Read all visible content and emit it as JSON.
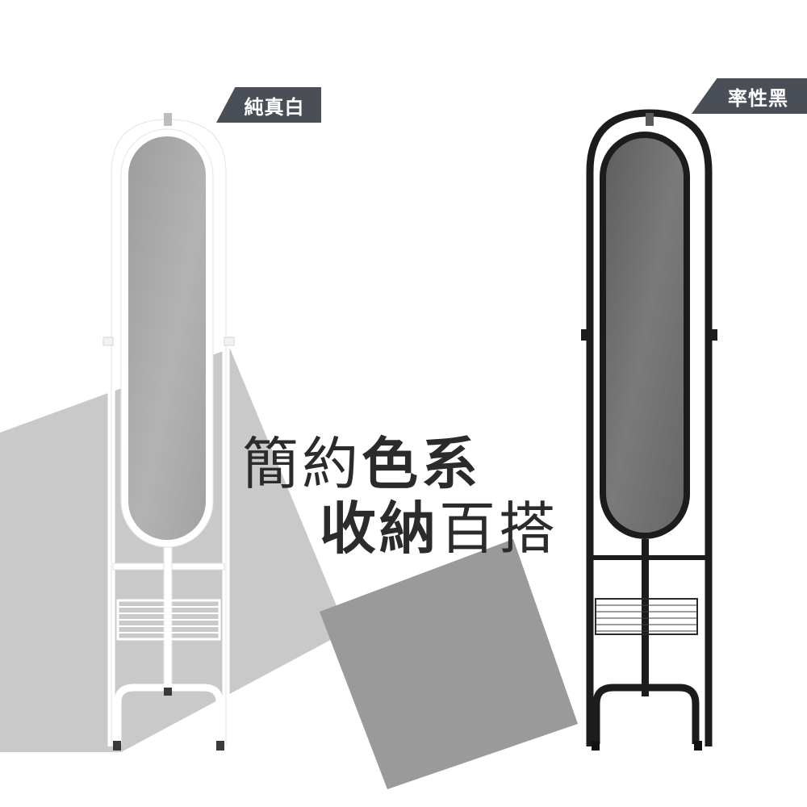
{
  "labels": {
    "white_variant": "純真白",
    "black_variant": "率性黑"
  },
  "headline": {
    "line1_part1": "簡約",
    "line1_part2": "色系",
    "line2_part1": "收納",
    "line2_part2": "百搭"
  },
  "colors": {
    "tag_background": "#4a4e57",
    "light_gray_panel": "#c9c9c9",
    "dark_gray_panel": "#9a9a9a",
    "frame_white": "#ffffff",
    "frame_black": "#1c1c1c",
    "mirror_glass_light": "#a9a9a9",
    "mirror_glass_dark": "#6f6f6f",
    "headline_text": "#2b2b2b"
  }
}
